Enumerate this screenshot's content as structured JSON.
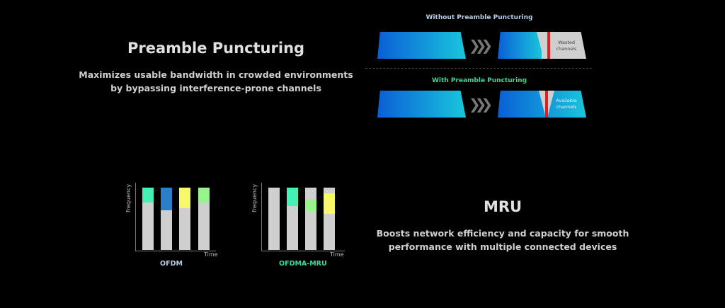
{
  "puncturing": {
    "title": "Preamble Puncturing",
    "subtitle_line1": "Maximizes usable bandwidth in crowded environments",
    "subtitle_line2": "by bypassing interference-prone channels",
    "without_label": "Without Preamble Puncturing",
    "with_label": "With Preamble Puncturing",
    "wasted_line1": "Wasted",
    "wasted_line2": "channels",
    "available_line1": "Available",
    "available_line2": "channels"
  },
  "mru": {
    "title": "MRU",
    "subtitle_line1": "Boosts network efficiency and capacity for smooth",
    "subtitle_line2": "performance with multiple connected devices"
  },
  "colors": {
    "teal": "#44f0b4",
    "blue": "#2a7fc8",
    "yellow": "#f6f86a",
    "lightgreen": "#96f58a",
    "gray": "#cfcfcf",
    "red": "#e02020"
  },
  "chart_data": [
    {
      "type": "bar",
      "title": "OFDM",
      "xlabel": "Time",
      "ylabel": "frequency",
      "bars": [
        {
          "segments": [
            {
              "color": "teal",
              "from": 0.76,
              "to": 1.0
            }
          ]
        },
        {
          "segments": [
            {
              "color": "blue",
              "from": 0.64,
              "to": 1.0
            }
          ]
        },
        {
          "segments": [
            {
              "color": "yellow",
              "from": 0.67,
              "to": 1.0
            }
          ]
        },
        {
          "segments": [
            {
              "color": "lightgreen",
              "from": 0.76,
              "to": 1.0
            }
          ]
        }
      ]
    },
    {
      "type": "bar",
      "title": "OFDMA-MRU",
      "xlabel": "Time",
      "ylabel": "frequency",
      "bars": [
        {
          "segments": []
        },
        {
          "segments": [
            {
              "color": "teal",
              "from": 0.71,
              "to": 1.0
            }
          ]
        },
        {
          "segments": [
            {
              "color": "lightgreen",
              "from": 0.63,
              "to": 0.82
            }
          ]
        },
        {
          "segments": [
            {
              "color": "yellow",
              "from": 0.58,
              "to": 0.91
            }
          ]
        }
      ]
    }
  ]
}
